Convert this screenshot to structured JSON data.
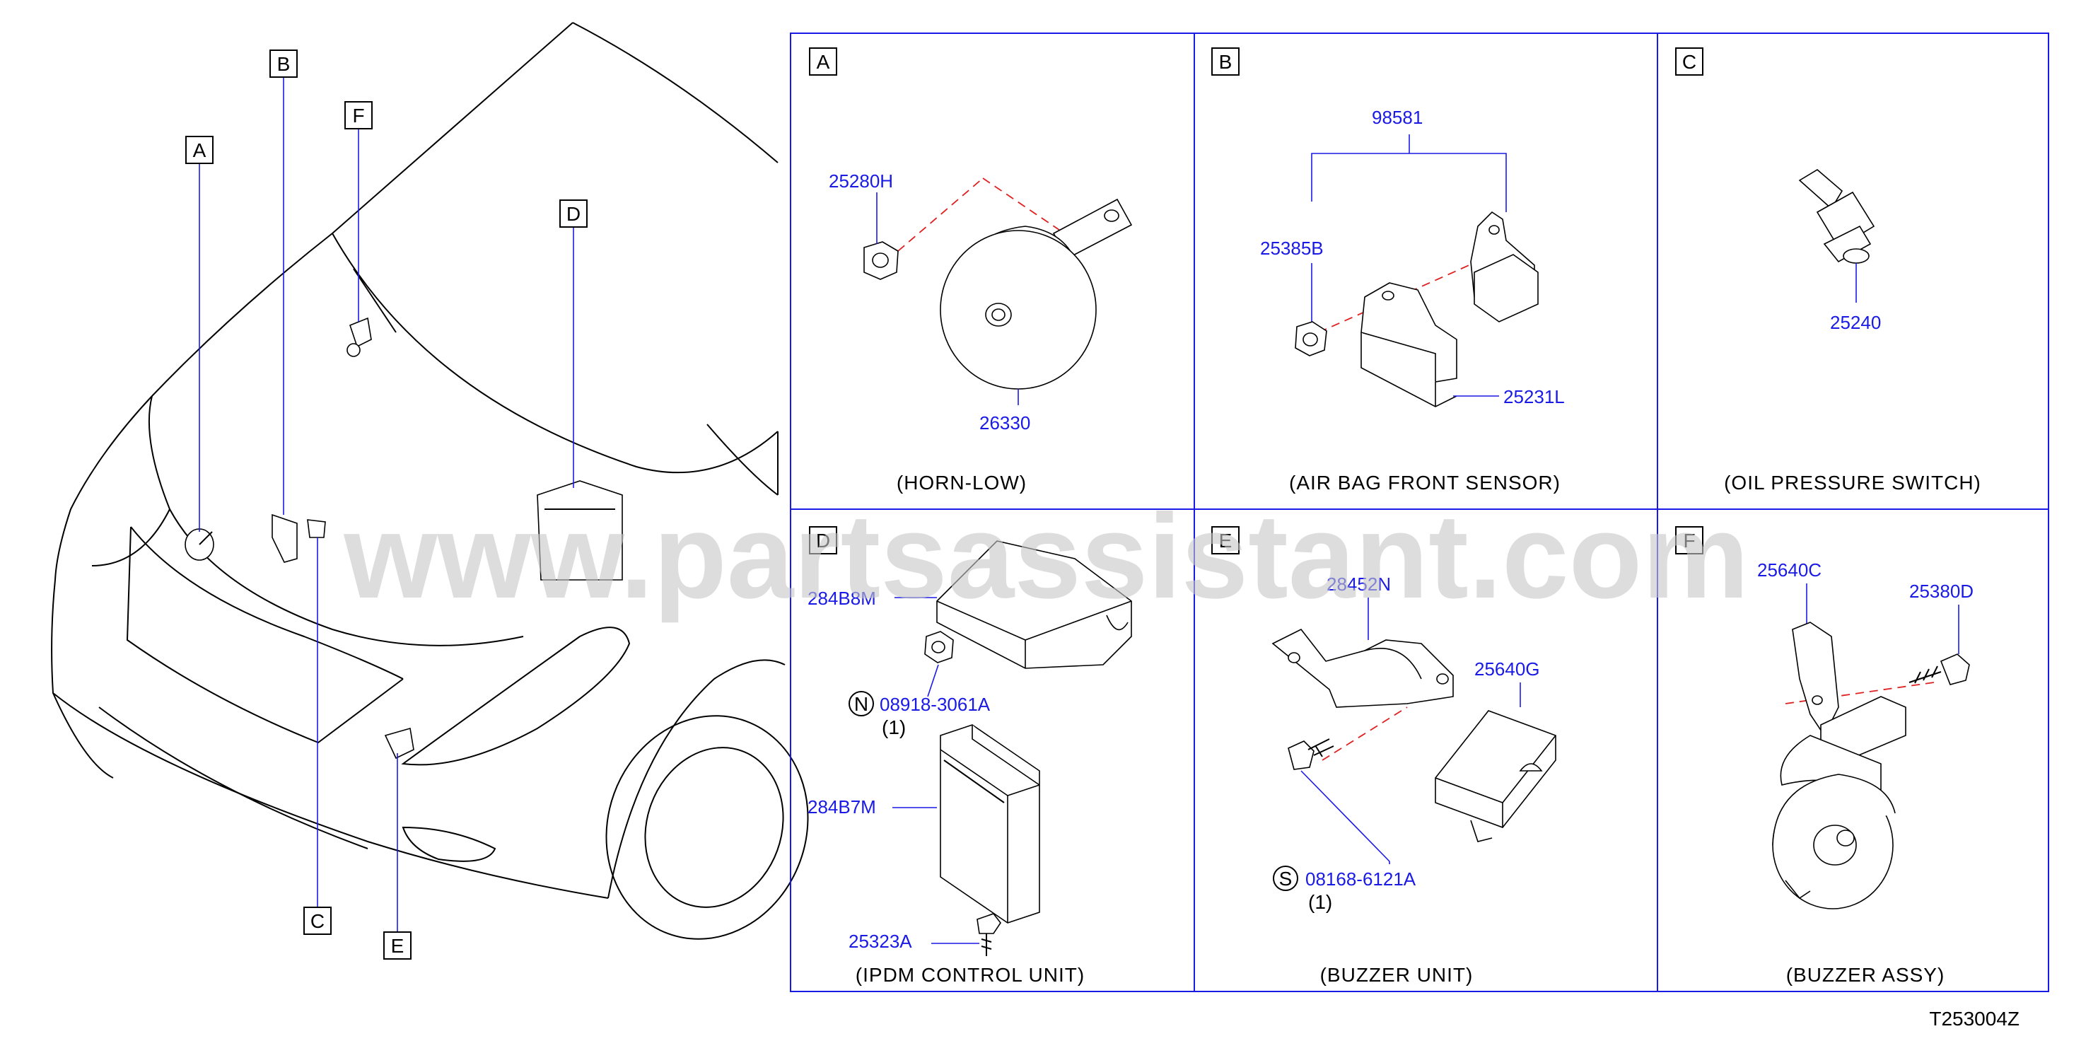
{
  "watermark": "www.partsassistant.com",
  "diagram_code": "T253004Z",
  "overview_markers": [
    "A",
    "B",
    "C",
    "D",
    "E",
    "F"
  ],
  "panels": [
    {
      "letter": "A",
      "caption": "(HORN-LOW)",
      "parts": [
        "25280H",
        "26330"
      ]
    },
    {
      "letter": "B",
      "caption": "(AIR   BAG   FRONT   SENSOR)",
      "parts": [
        "98581",
        "25385B",
        "25231L"
      ]
    },
    {
      "letter": "C",
      "caption": "(OIL   PRESSURE   SWITCH)",
      "parts": [
        "25240"
      ]
    },
    {
      "letter": "D",
      "caption": "(IPDM   CONTROL   UNIT)",
      "parts": [
        "284B8M",
        "08918-3061A",
        "(1)",
        "284B7M",
        "25323A"
      ],
      "marker": "N"
    },
    {
      "letter": "E",
      "caption": "(BUZZER   UNIT)",
      "parts": [
        "28452N",
        "25640G",
        "08168-6121A",
        "(1)"
      ],
      "marker": "S"
    },
    {
      "letter": "F",
      "caption": "(BUZZER   ASSY)",
      "parts": [
        "25640C",
        "25380D"
      ]
    }
  ]
}
